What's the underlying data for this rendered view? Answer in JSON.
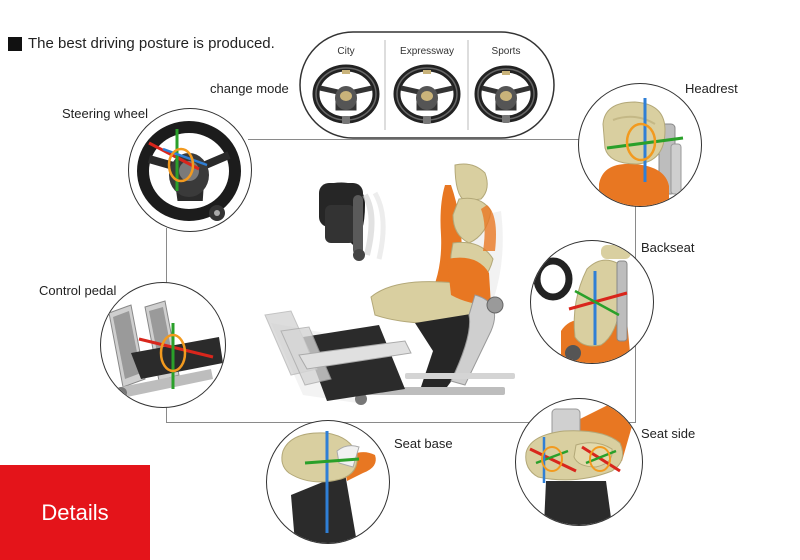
{
  "heading": "The best driving posture is produced.",
  "change_mode": {
    "label": "change mode",
    "modes": [
      "City",
      "Expressway",
      "Sports"
    ]
  },
  "callouts": {
    "steering_wheel": "Steering wheel",
    "headrest": "Headrest",
    "backseat": "Backseat",
    "control_pedal": "Control pedal",
    "seat_base": "Seat base",
    "seat_side": "Seat side"
  },
  "details_button": "Details",
  "colors": {
    "accent": "#e4141a",
    "seat_orange": "#e87722",
    "seat_beige": "#d9cfa0",
    "arrow_green": "#2aa02a",
    "arrow_blue": "#2f7fd6",
    "arrow_red": "#d9261c",
    "arrow_orange": "#f29a1f"
  }
}
